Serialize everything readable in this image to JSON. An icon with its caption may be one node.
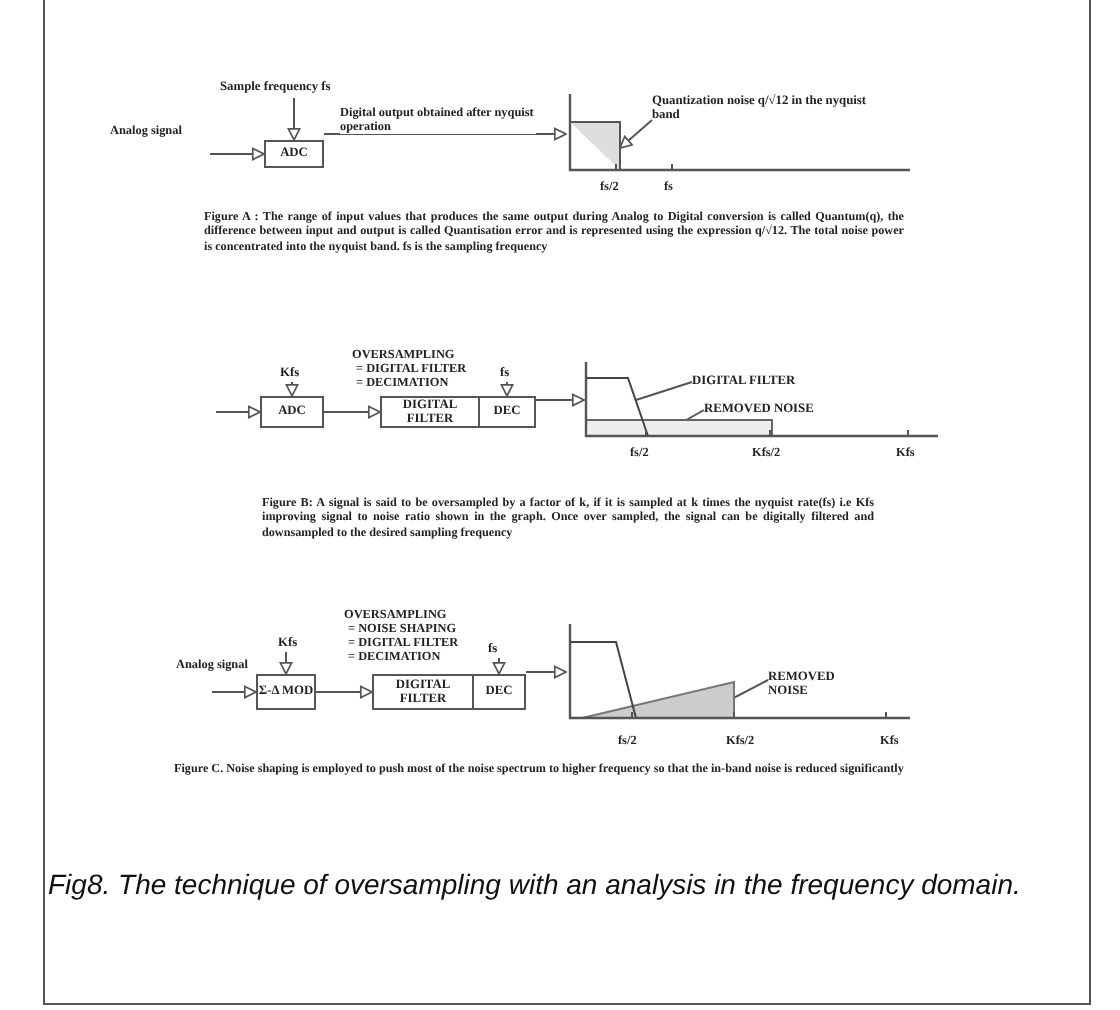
{
  "diagram": {
    "caption": "Fig8. The technique of oversampling with an analysis in the frequency domain.",
    "nodes": [
      {
        "text": [
          "Sample frequency fs"
        ]
      },
      {
        "text": [
          "ADC"
        ]
      },
      {
        "text": [],
        "shape": "picture"
      },
      {
        "text": [
          "Quantization noise q/√12 in the nyquist band"
        ],
        "in": 2
      },
      {
        "text": [
          "Kfs"
        ]
      },
      {
        "text": [
          "ADC"
        ]
      },
      {
        "text": [
          "DIGITAL FILTER"
        ]
      },
      {
        "text": [
          "DEC"
        ]
      },
      {
        "text": [
          "fs"
        ]
      },
      {
        "text": [],
        "shape": "picture"
      },
      {
        "text": [
          "DIGITAL FILTER"
        ],
        "in": 9
      },
      {
        "text": [
          "REMOVED NOISE"
        ],
        "in": 9
      },
      {
        "text": [
          "Kfs"
        ]
      },
      {
        "text": [
          "Σ-Δ MOD"
        ]
      },
      {
        "text": [
          "DIGITAL FILTER"
        ]
      },
      {
        "text": [
          "DEC"
        ]
      },
      {
        "text": [
          "fs"
        ]
      },
      {
        "text": [],
        "shape": "picture"
      },
      {
        "text": [
          "REMOVED NOISE"
        ],
        "in": 17
      }
    ],
    "edges": [
      {
        "from": 0,
        "to": 1,
        "arrow": "to"
      },
      {
        "from": null,
        "to": 1,
        "arrow": "to"
      },
      {
        "from": 1,
        "to": 2,
        "arrow": "to",
        "label": "Digital output obtained after nyquist operation"
      },
      {
        "from": 3,
        "to": 2,
        "arrow": "to"
      },
      {
        "from": 4,
        "to": 5,
        "arrow": "to"
      },
      {
        "from": null,
        "to": 5,
        "arrow": "to"
      },
      {
        "from": 5,
        "to": 6,
        "arrow": "to"
      },
      {
        "from": 8,
        "to": 7,
        "arrow": "to"
      },
      {
        "from": 7,
        "to": 9,
        "arrow": "to"
      },
      {
        "from": 10,
        "to": 9,
        "arrow": "none"
      },
      {
        "from": 11,
        "to": 9,
        "arrow": "none"
      },
      {
        "from": 12,
        "to": 13,
        "arrow": "to"
      },
      {
        "from": null,
        "to": 13,
        "arrow": "to"
      },
      {
        "from": 13,
        "to": 14,
        "arrow": "to"
      },
      {
        "from": 16,
        "to": 15,
        "arrow": "to"
      },
      {
        "from": 15,
        "to": 17,
        "arrow": "to"
      },
      {
        "from": 18,
        "to": 17,
        "arrow": "none"
      }
    ],
    "labels": [
      "Analog signal",
      "fs/2",
      "fs",
      "Figure A : The range of input values that produces the same output during Analog to Digital conversion is called Quantum(q), the difference between input and output is called Quantisation error and is represented using the expression q/√12. The total noise power is concentrated into the nyquist band. fs is the sampling frequency",
      "OVERSAMPLING",
      "= DIGITAL FILTER",
      "= DECIMATION",
      "fs/2",
      "Kfs/2",
      "Kfs",
      "Figure B: A signal is said to be oversampled by a factor of k, if it is sampled at k times the nyquist rate(fs) i.e Kfs improving signal to noise ratio shown in the graph. Once over sampled, the signal can be digitally filtered and downsampled to the desired sampling frequency",
      "OVERSAMPLING",
      "= NOISE SHAPING",
      "= DIGITAL FILTER",
      "= DECIMATION",
      "Analog signal",
      "fs/2",
      "Kfs/2",
      "Kfs",
      "Figure C. Noise shaping is employed to push most of the noise spectrum to higher frequency so that the in-band noise is reduced significantly"
    ]
  }
}
